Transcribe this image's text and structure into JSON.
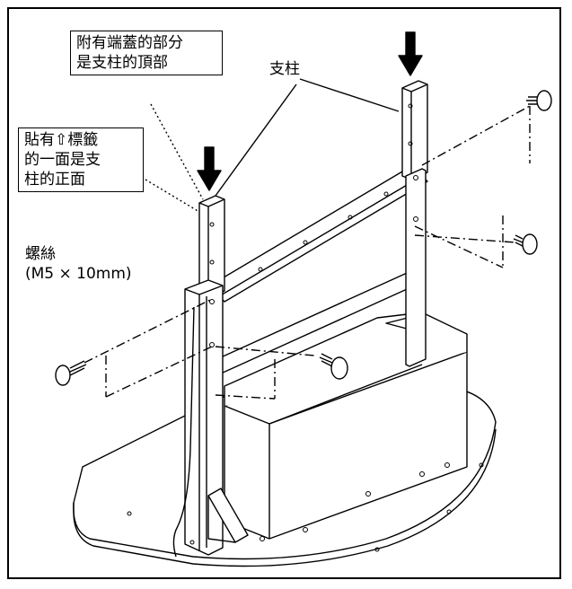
{
  "callouts": {
    "top_cap": [
      "附有端蓋的部分",
      "是支柱的頂部"
    ],
    "front_label": [
      "貼有⇧標籤",
      "的一面是支",
      "柱的正面"
    ]
  },
  "labels": {
    "post": "支柱",
    "screw": [
      "螺絲",
      "(M5 × 10mm)"
    ]
  }
}
